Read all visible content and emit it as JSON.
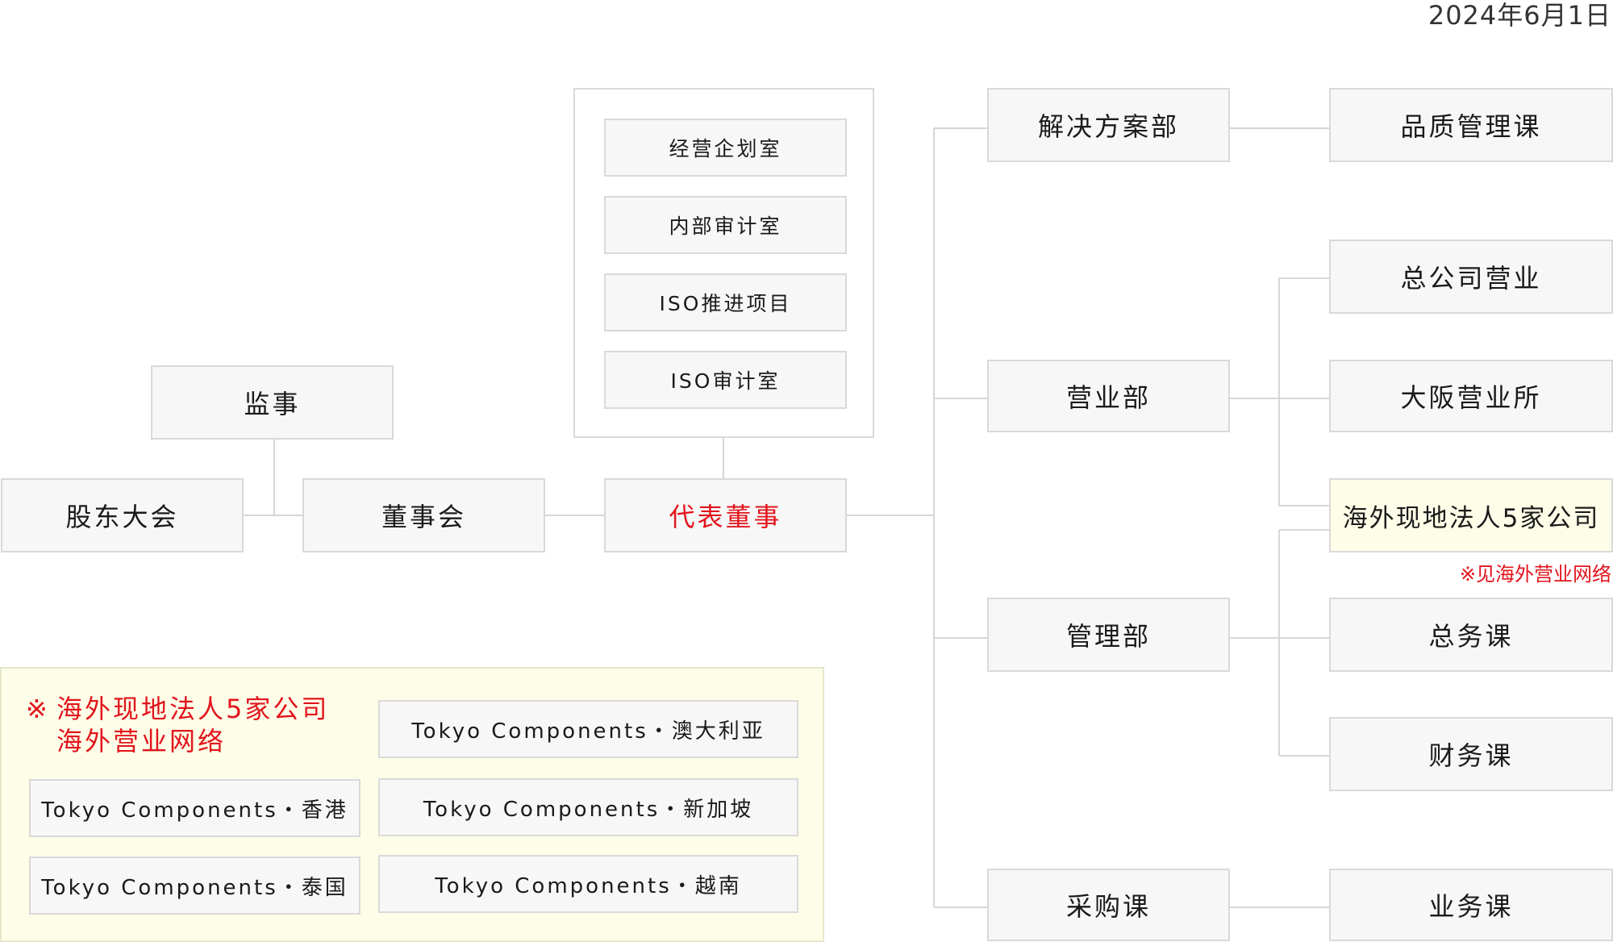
{
  "date": "2024年6月1日",
  "nodes": {
    "kanji": "监事",
    "shareholders": "股东大会",
    "board": "董事会",
    "ceo": "代表董事",
    "staff": [
      "经营企划室",
      "内部审计室",
      "ISO推进项目",
      "ISO审计室"
    ],
    "solutions": "解决方案部",
    "quality": "品质管理课",
    "sales": "营业部",
    "hq_sales": "总公司营业",
    "osaka": "大阪营业所",
    "overseas": "海外现地法人5家公司",
    "admin": "管理部",
    "general_affairs": "总务课",
    "finance": "财务课",
    "purchasing": "采购课",
    "business": "业务课"
  },
  "overseas_note": "※见海外营业网络",
  "legend": {
    "mark": "※",
    "title_line1": "海外现地法人5家公司",
    "title_line2": "海外营业网络",
    "items": [
      "Tokyo Components・澳大利亚",
      "Tokyo Components・香港",
      "Tokyo Components・新加坡",
      "Tokyo Components・泰国",
      "Tokyo Components・越南"
    ]
  },
  "colors": {
    "accent_red": "#e2141c",
    "line": "#d6d6d6",
    "box_fill": "#f7f7f7",
    "legend_fill": "#fefee8"
  }
}
